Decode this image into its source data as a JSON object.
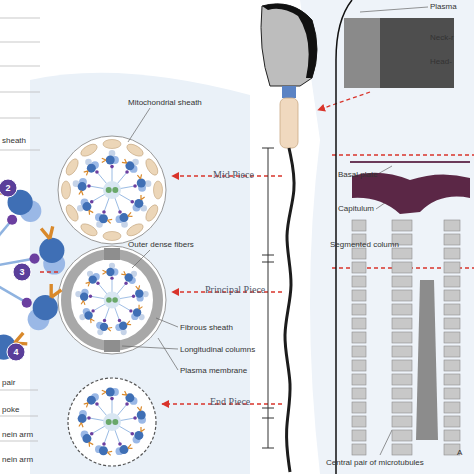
{
  "diagram": {
    "labels": [
      "Plasma",
      "Neck-r",
      "Head-",
      "sheath",
      "Mitochondrial sheath",
      "Mid Piece",
      "Basal plate",
      "Capitulum",
      "Segmented column",
      "Outer dense fibers",
      "Principal Piece",
      "Fibrous sheath",
      "Longitudinal columns",
      "Plasma membrane",
      "End Piece",
      "2",
      "3",
      "4",
      "pair",
      "poke",
      "nein arm",
      "nein arm",
      "Central pair of microtubules",
      "A"
    ]
  }
}
